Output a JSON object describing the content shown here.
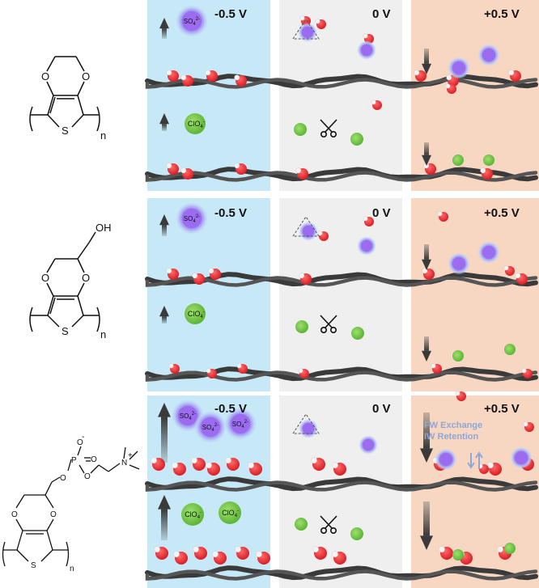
{
  "panels": [
    {
      "voltages": [
        "-0.5 V",
        "0 V",
        "+0.5 V"
      ],
      "ion_top": {
        "base": "SO",
        "sub": "4",
        "sup": "2-"
      },
      "ion_bottom": {
        "base": "ClO",
        "sub": "4",
        "sup": "-"
      },
      "subscript_n": "n"
    },
    {
      "voltages": [
        "-0.5 V",
        "0 V",
        "+0.5 V"
      ],
      "ion_top": {
        "base": "SO",
        "sub": "4",
        "sup": "2-"
      },
      "ion_bottom": {
        "base": "ClO",
        "sub": "4",
        "sup": "-"
      },
      "substituent": "OH",
      "subscript_n": "n"
    },
    {
      "voltages": [
        "-0.5 V",
        "0 V",
        "+0.5 V"
      ],
      "ion_top": {
        "base": "SO",
        "sub": "4",
        "sup": "2-"
      },
      "ion_bottom": {
        "base": "ClO",
        "sub": "4",
        "sup": "-"
      },
      "annotation_lines": [
        "FW Exchange",
        "IW Retention"
      ],
      "subscript_n": "n",
      "phosphate": {
        "O_minus": "O",
        "minus": "-",
        "P": "P",
        "O_ester1": "O",
        "O_ester2": "O",
        "N": "N",
        "plus": "+"
      }
    }
  ],
  "atoms": {
    "O": "O",
    "S": "S"
  },
  "colors": {
    "neg_bg": "#c7e9f7",
    "zero_bg": "#efefef",
    "pos_bg": "#f7d6c2",
    "sulfate": "#9b6bf0",
    "perchlorate": "#7ccb4b",
    "water_o": "#e8333a",
    "polymer": "#3a3a3a"
  }
}
